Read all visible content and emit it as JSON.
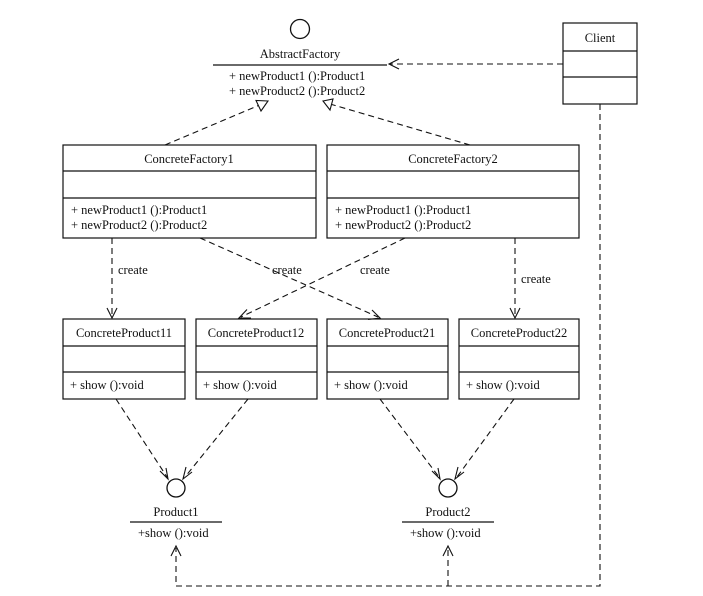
{
  "abstract_factory": {
    "name": "AbstractFactory",
    "methods": [
      "+ newProduct1 ():Product1",
      "+ newProduct2 ():Product2"
    ]
  },
  "client": {
    "name": "Client"
  },
  "concrete_factories": [
    {
      "name": "ConcreteFactory1",
      "methods": [
        "+ newProduct1 ():Product1",
        "+ newProduct2 ():Product2"
      ]
    },
    {
      "name": "ConcreteFactory2",
      "methods": [
        "+ newProduct1 ():Product1",
        "+ newProduct2 ():Product2"
      ]
    }
  ],
  "concrete_products": [
    {
      "name": "ConcreteProduct11",
      "method": "+ show ():void"
    },
    {
      "name": "ConcreteProduct12",
      "method": "+ show ():void"
    },
    {
      "name": "ConcreteProduct21",
      "method": "+ show ():void"
    },
    {
      "name": "ConcreteProduct22",
      "method": "+ show ():void"
    }
  ],
  "product_interfaces": [
    {
      "name": "Product1",
      "method": "+show ():void"
    },
    {
      "name": "Product2",
      "method": "+show ():void"
    }
  ],
  "create_labels": [
    "create",
    "create",
    "create",
    "create"
  ]
}
